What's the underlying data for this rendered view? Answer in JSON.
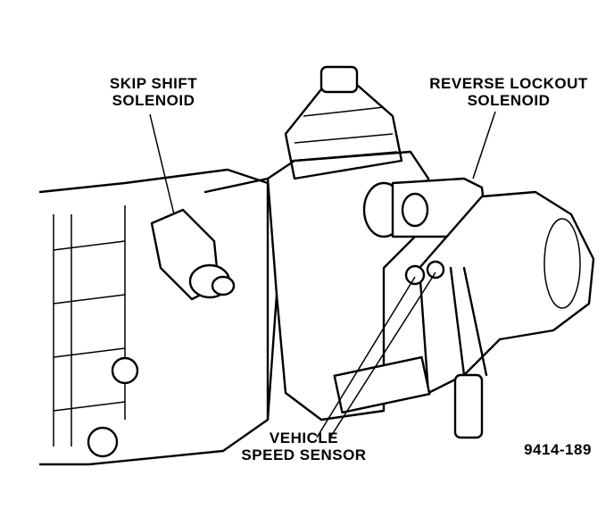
{
  "labels": {
    "skip_shift": [
      "SKIP SHIFT",
      "SOLENOID"
    ],
    "reverse_lockout": [
      "REVERSE LOCKOUT",
      "SOLENOID"
    ],
    "vehicle_speed": [
      "VEHICLE",
      "SPEED SENSOR"
    ],
    "figure_id": "9414-189"
  }
}
